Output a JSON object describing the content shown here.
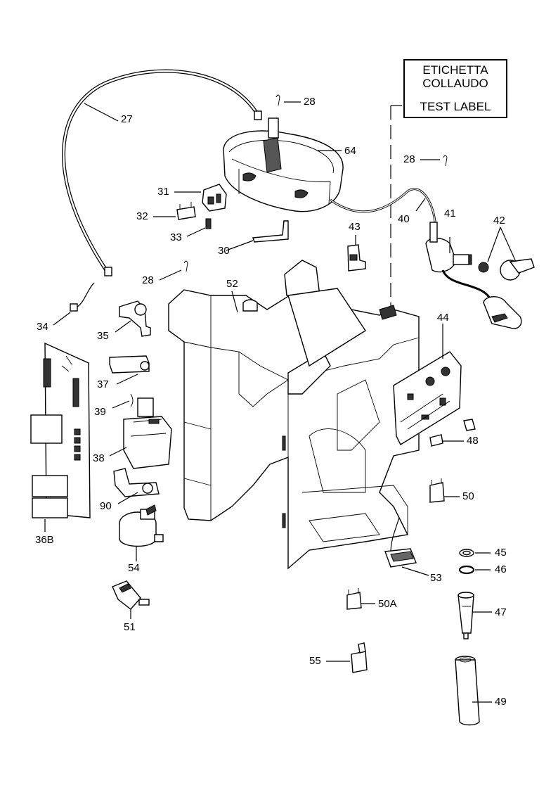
{
  "test_label": {
    "line1": "ETICHETTA",
    "line2": "COLLAUDO",
    "line3": "TEST LABEL"
  },
  "callouts": {
    "p27": "27",
    "p28a": "28",
    "p28b": "28",
    "p28c": "28",
    "p64": "64",
    "p31": "31",
    "p32": "32",
    "p33": "33",
    "p30": "30",
    "p43": "43",
    "p40": "40",
    "p41": "41",
    "p42": "42",
    "p52": "52",
    "p34": "34",
    "p35": "35",
    "p44": "44",
    "p37": "37",
    "p39": "39",
    "p38": "38",
    "p48": "48",
    "p90": "90",
    "p50": "50",
    "p36b": "36B",
    "p45": "45",
    "p46": "46",
    "p54": "54",
    "p53": "53",
    "p50a": "50A",
    "p47": "47",
    "p51": "51",
    "p55": "55",
    "p49": "49"
  }
}
